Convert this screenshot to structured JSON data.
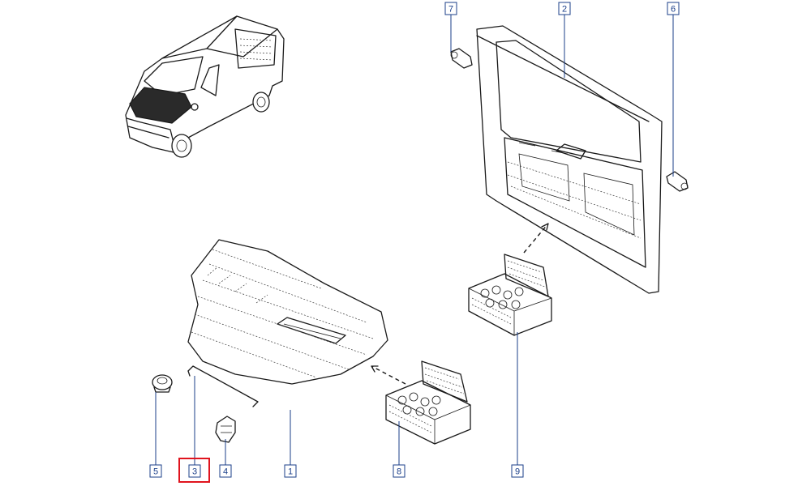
{
  "diagram": {
    "callouts": [
      {
        "id": "1",
        "label": "1",
        "highlighted": false
      },
      {
        "id": "2",
        "label": "2",
        "highlighted": false
      },
      {
        "id": "3",
        "label": "3",
        "highlighted": true
      },
      {
        "id": "4",
        "label": "4",
        "highlighted": false
      },
      {
        "id": "5",
        "label": "5",
        "highlighted": false
      },
      {
        "id": "6",
        "label": "6",
        "highlighted": false
      },
      {
        "id": "7",
        "label": "7",
        "highlighted": false
      },
      {
        "id": "8",
        "label": "8",
        "highlighted": false
      },
      {
        "id": "9",
        "label": "9",
        "highlighted": false
      }
    ],
    "colors": {
      "callout": "#1b3f8a",
      "highlight": "#e0141e",
      "ink": "#1a1a1a"
    }
  }
}
